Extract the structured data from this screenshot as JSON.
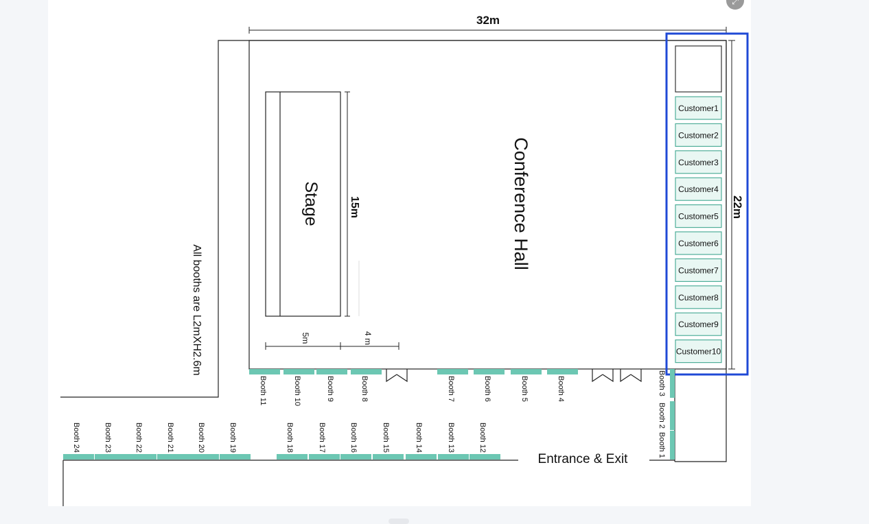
{
  "floor_plan": {
    "dimension_width": "32m",
    "dimension_height": "22m",
    "hall_label": "Conference Hall",
    "stage_label": "Stage",
    "stage_length": "15m",
    "stage_dim_a": "5m",
    "stage_dim_b": "4 m",
    "note": "All booths are L2mXH2.6m",
    "entrance_label": "Entrance & Exit",
    "customers": [
      "Customer1",
      "Customer2",
      "Customer3",
      "Customer4",
      "Customer5",
      "Customer6",
      "Customer7",
      "Customer8",
      "Customer9",
      "Customer10"
    ],
    "booths_top": [
      "Booth 11",
      "Booth 10",
      "Booth 9",
      "Booth 8",
      "Booth 7",
      "Booth 6",
      "Booth 5",
      "Booth 4"
    ],
    "booths_bottom": [
      "Booth 24",
      "Booth 23",
      "Booth 22",
      "Booth 21",
      "Booth 20",
      "Booth 19",
      "Booth 18",
      "Booth 17",
      "Booth 16",
      "Booth 15",
      "Booth 14",
      "Booth 13",
      "Booth 12"
    ],
    "booths_side": [
      "Booth 3",
      "Booth 2",
      "Booth 1"
    ]
  },
  "colors": {
    "booth": "#6cc7b3",
    "customer_fill": "#e9f7f3",
    "customer_stroke": "#4fae99",
    "highlight": "#1f49d6"
  },
  "icons": {
    "expand": "expand-icon"
  }
}
